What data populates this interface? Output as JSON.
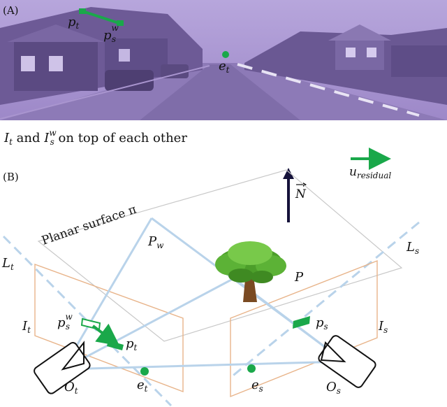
{
  "panel_a": {
    "label": "(A)",
    "p_t": "p",
    "p_t_sub": "t",
    "p_s": "p",
    "p_s_sub": "s",
    "p_s_sup": "w",
    "e_t": "e",
    "e_t_sub": "t",
    "caption": {
      "I1": "I",
      "I1_sub": "t",
      "and": " and ",
      "I2": "I",
      "I2_sub": "s",
      "I2_sup": "w",
      "rest": " on top of each other"
    }
  },
  "panel_b": {
    "label": "(B)",
    "u_residual": "u",
    "u_residual_sub": "residual",
    "normal": "N",
    "plane_label": "Planar surface π",
    "P_w": "P",
    "P_w_sub": "w",
    "P": "P",
    "L_t": "L",
    "L_t_sub": "t",
    "L_s": "L",
    "L_s_sub": "s",
    "I_t": "I",
    "I_t_sub": "t",
    "I_s": "I",
    "I_s_sub": "s",
    "p_s_w": "p",
    "p_s_w_sub": "s",
    "p_s_w_sup": "w",
    "p_t": "p",
    "p_t_sub": "t",
    "p_s": "p",
    "p_s_sub": "s",
    "O_t": "O",
    "O_t_sub": "t",
    "O_s": "O",
    "O_s_sub": "s",
    "e_t": "e",
    "e_t_sub": "t",
    "e_s": "e",
    "e_s_sub": "s"
  },
  "colors": {
    "photo_tint": "#9b86c4",
    "green": "#1aa84a",
    "ray": "#b9d3ea",
    "frame": "#e8b48a",
    "plane": "#c8c8c8"
  }
}
